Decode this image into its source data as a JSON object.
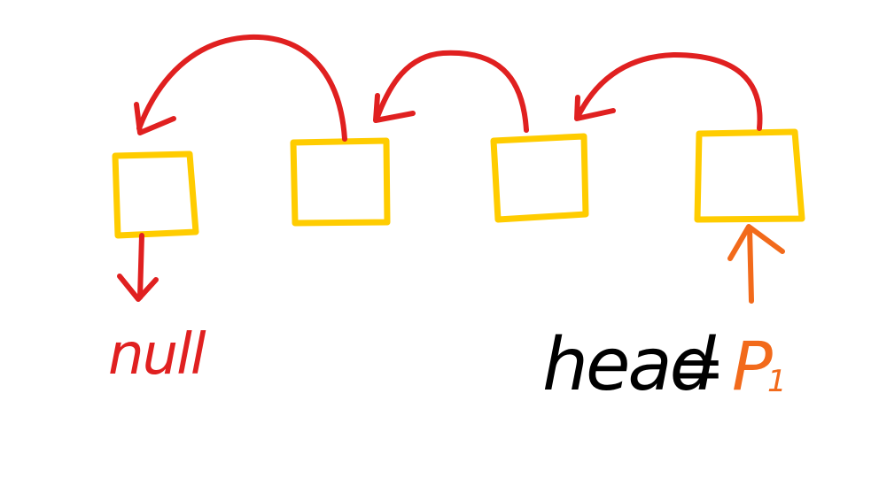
{
  "diagram": {
    "nodes": [
      {
        "id": "node-1"
      },
      {
        "id": "node-2"
      },
      {
        "id": "node-3"
      },
      {
        "id": "node-4"
      }
    ],
    "null_label": "null",
    "head_label": "head",
    "equals_label": "=",
    "pointer_label": "P",
    "pointer_subscript": "1"
  },
  "colors": {
    "node_stroke": "#ffcc00",
    "reverse_arrow": "#e02020",
    "pointer_arrow": "#f26a1b",
    "head_text": "#000000",
    "null_text": "#e02020",
    "pointer_text": "#f26a1b"
  }
}
